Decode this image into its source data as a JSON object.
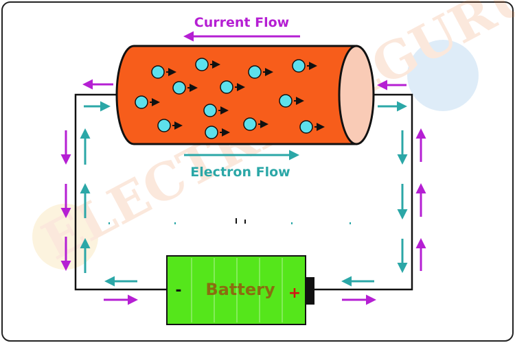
{
  "labels": {
    "current_flow": "Current Flow",
    "electron_flow": "Electron Flow",
    "battery": "Battery",
    "negative_terminal": "-",
    "positive_terminal": "+",
    "watermark": "ELECTRICALGURU"
  },
  "colors": {
    "current": "#b51fd3",
    "electron": "#2ba7a7",
    "conductor": "#f75d1b",
    "electron_dot": "#5de0ec",
    "battery": "#55e61b",
    "battery_text": "#8a6d10",
    "positive_sign": "#d41414"
  }
}
